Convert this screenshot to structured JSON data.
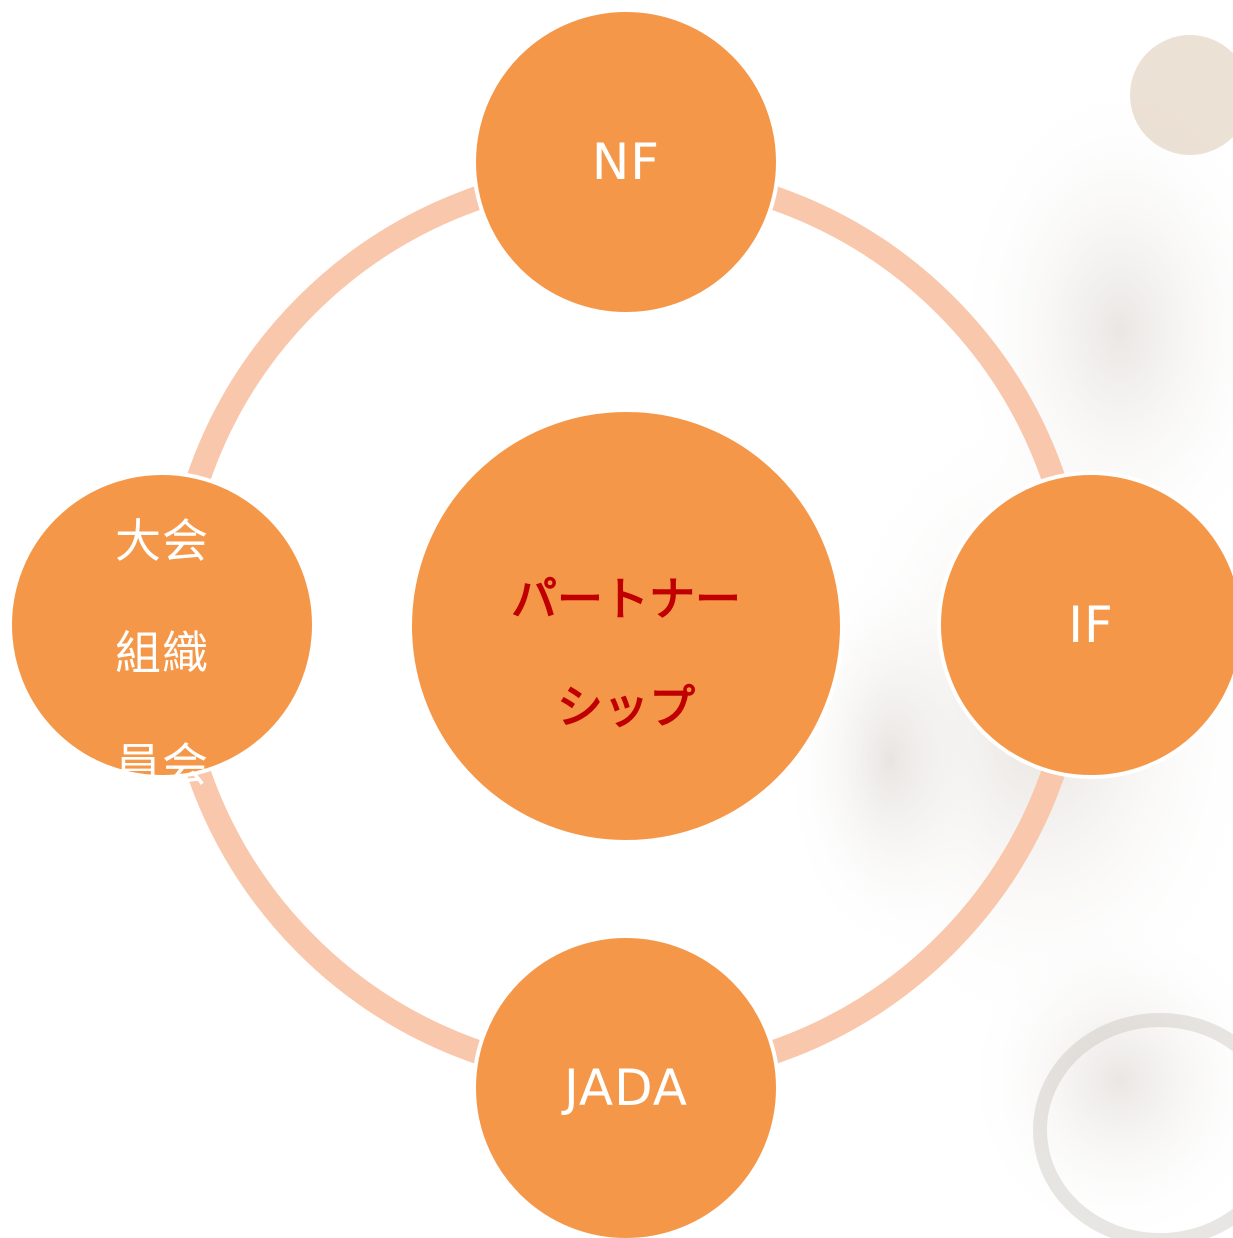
{
  "diagram": {
    "center": {
      "line1": "パートナー",
      "line2": "シップ"
    },
    "nodes": {
      "top": "NF",
      "right": "IF",
      "bottom": "JADA",
      "left": {
        "line1": "大会",
        "line2": "組織",
        "line3": "員会"
      }
    },
    "colors": {
      "node_fill": "#f59748",
      "ring": "#f9c7ab",
      "center_text": "#c00000",
      "node_text": "#ffffff"
    }
  }
}
